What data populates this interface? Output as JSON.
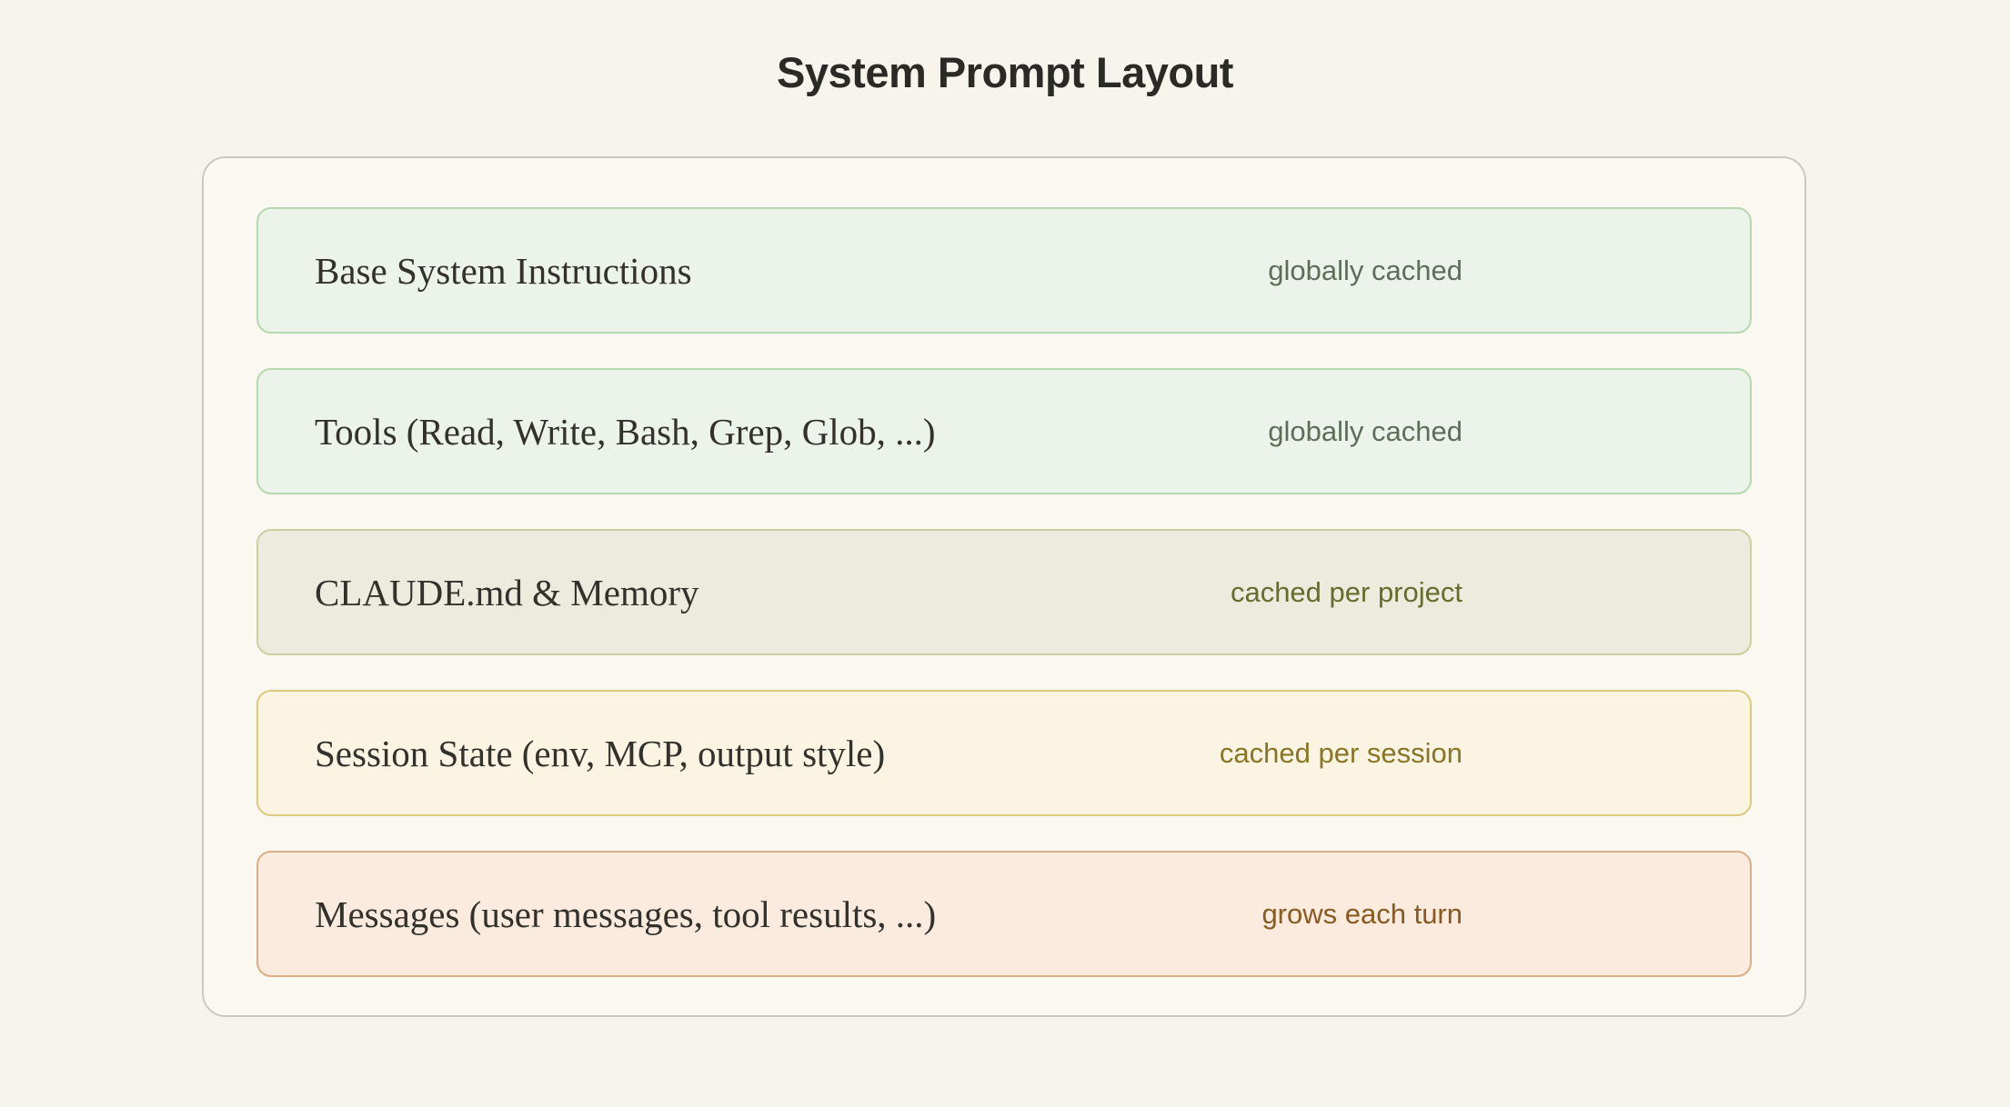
{
  "page": {
    "title": "System Prompt Layout",
    "background": "#f7f4ed"
  },
  "panel": {
    "background": "#faf8f1",
    "border_color": "#cac9c3",
    "rows": [
      {
        "label": "Base System Instructions",
        "caption": "globally cached",
        "colors": {
          "bg": "#ecf3ea",
          "border": "#b5d9ae",
          "caption_text": "#5e6e5b"
        }
      },
      {
        "label": "Tools (Read, Write, Bash, Grep, Glob, ...)",
        "caption": "globally cached",
        "colors": {
          "bg": "#ecf3ea",
          "border": "#b5d9ae",
          "caption_text": "#5e6e5b"
        }
      },
      {
        "label": "CLAUDE.md & Memory",
        "caption": "cached per project",
        "colors": {
          "bg": "#ecebdd",
          "border": "#cccf9f",
          "caption_text": "#666c2e"
        }
      },
      {
        "label": "Session State (env, MCP, output style)",
        "caption": "cached per session",
        "colors": {
          "bg": "#fcf4e3",
          "border": "#dcca7d",
          "caption_text": "#8a7526"
        }
      },
      {
        "label": "Messages (user messages, tool results, ...)",
        "caption": "grows each turn",
        "colors": {
          "bg": "#faebde",
          "border": "#d9af85",
          "caption_text": "#8a5a20"
        }
      }
    ]
  }
}
